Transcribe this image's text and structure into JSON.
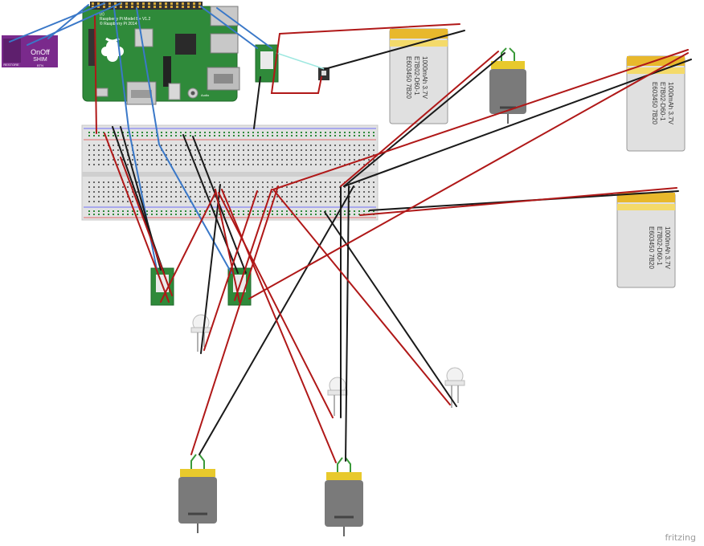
{
  "watermark": "fritzing",
  "raspberry_pi": {
    "line1": "(c)",
    "line2": "Raspberry Pi Model B+ V1.2",
    "line3": "© Raspberry Pi 2014",
    "port_label": "Audio"
  },
  "onoff_shim": {
    "line1": "OnOff",
    "line2": "SHIM",
    "btn": "BTN",
    "restore": "RESTORE"
  },
  "batteries": [
    {
      "model": "E603450 7B20",
      "batch": "E7B02-D60-1",
      "capacity": "1000mAh 3.7V",
      "plus": "+",
      "minus": "-"
    },
    {
      "model": "E603450 7B20",
      "batch": "E7B02-D60-1",
      "capacity": "1000mAh 3.7V",
      "plus": "+",
      "minus": "-"
    },
    {
      "model": "E603450 7B20",
      "batch": "E7B02-D60-1",
      "capacity": "1000mAh 3.7V",
      "plus": "+",
      "minus": "-"
    }
  ],
  "colors": {
    "wire_red": "#b01818",
    "wire_black": "#1a1a1a",
    "wire_blue": "#3a78c8",
    "wire_cyan": "#9ee8e0",
    "pcb_green": "#2f8a3a",
    "shim_purple": "#7a2a8c",
    "battery_gold": "#e8b82c",
    "breadboard": "#e4e4e4"
  }
}
